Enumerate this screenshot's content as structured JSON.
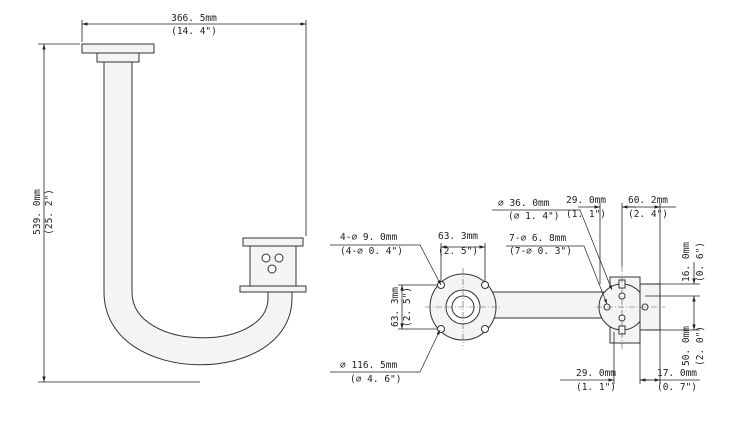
{
  "dimensions": {
    "width_mm": "366. 5mm",
    "width_in": "(14. 4\")",
    "height_mm": "539. 0mm",
    "height_in": "(25. 2\")",
    "holes4_mm": "4-∅ 9. 0mm",
    "holes4_in": "(4-∅ 0. 4\")",
    "spacing_h_mm": "63. 3mm",
    "spacing_h_in": "(2. 5\")",
    "spacing_v_mm": "63. 3mm",
    "spacing_v_in": "(2. 5\")",
    "base_dia_mm": "∅ 116. 5mm",
    "base_dia_in": "(∅ 4. 6\")",
    "bore_dia_mm": "∅ 36. 0mm",
    "bore_dia_in": "(∅ 1. 4\")",
    "holes7_mm": "7-∅ 6. 8mm",
    "holes7_in": "(7-∅ 0. 3\")",
    "top_left_mm": "29. 0mm",
    "top_left_in": "(1. 1\")",
    "top_right_mm": "60. 2mm",
    "top_right_in": "(2. 4\")",
    "right_top_mm": "16. 0mm",
    "right_top_in": "(0. 6\")",
    "right_bottom_mm": "50. 0mm",
    "right_bottom_in": "(2. 0\")",
    "bottom_left_mm": "29. 0mm",
    "bottom_left_in": "(1. 1\")",
    "bottom_right_mm": "17. 0mm",
    "bottom_right_in": "(0. 7\")"
  }
}
